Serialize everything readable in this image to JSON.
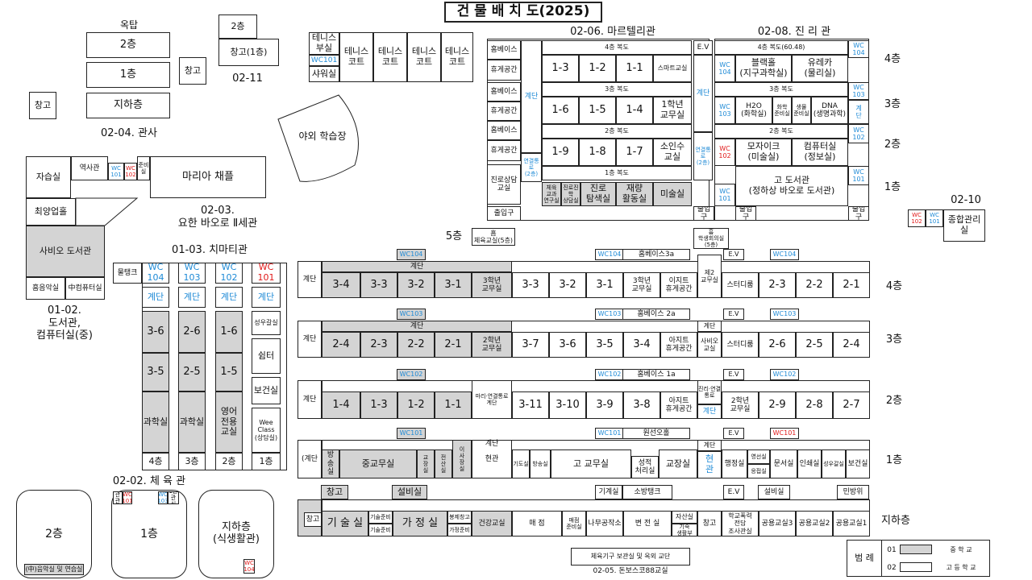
{
  "title": "건 물  배 치 도(2025)",
  "gwansa": {
    "rooftop": "옥탑",
    "f2": "2층",
    "f1": "1층",
    "b1": "지하층",
    "storage": "창고",
    "storage2": "창고",
    "label": "02-04. 관사"
  },
  "b0211": {
    "f2": "2층",
    "storage": "창고(1층)",
    "label": "02-11"
  },
  "tennis": {
    "club": "테니스\n부실",
    "wc": "WC101",
    "shower": "샤워실",
    "court": "테니스\n코트"
  },
  "outdoor": "야외 학습장",
  "maria": {
    "study": "자습실",
    "history": "역사관",
    "wc101": "WC\n101",
    "wc102": "WC\n102",
    "prep": "준비\n실",
    "chapel": "마리아 채플",
    "choiyang": "최양업홀",
    "label": "02-03.\n요한 바오로 Ⅱ세관"
  },
  "sabio": {
    "lib": "사비오 도서관",
    "music": "흠음악실",
    "comp": "中컴퓨터실",
    "label": "01-02.\n도서관,\n컴퓨터실(중)"
  },
  "chimati": {
    "label": "01-03. 치마티관",
    "mulwc": "물탱크",
    "wc104": "WC\n104",
    "wc103": "WC\n103",
    "wc102": "WC\n102",
    "wc101": "WC\n101",
    "stair": "계단",
    "c1": [
      "3-6",
      "3-5",
      "과학실",
      "4층"
    ],
    "c2": [
      "2-6",
      "2-5",
      "과학실",
      "3층"
    ],
    "c3": [
      "1-6",
      "1-5",
      "영어\n전용\n교실",
      "2층"
    ],
    "c4": [
      "성우갈실",
      "쉼터",
      "보건실",
      "Wee\nClass\n(상담실)",
      "1층"
    ]
  },
  "gym": {
    "label": "02-02. 체 육 관",
    "f2": "2층",
    "music": "(中)음악실 및 연습실",
    "f1": "1층",
    "b1": "지하층\n(식생활관)",
    "wc": "WC\n104",
    "sm1": "2관\n관실",
    "sm2": "WC\n101",
    "sm3": "WC\n103",
    "sm4": "1관\n관실"
  },
  "martel": {
    "label": "02-06. 마르텔리관",
    "homebase": "홈베이스",
    "lounge": "휴게공간",
    "career": "진로상담\n교실",
    "stair": "계단",
    "link": "연결통로\n(2층)",
    "c4": "4층 복도",
    "r4": [
      "1-3",
      "1-2",
      "1-1",
      "스마트교실"
    ],
    "c3": "3층 복도",
    "r3": [
      "1-6",
      "1-5",
      "1-4",
      "1학년\n교무실"
    ],
    "c2": "2층 복도",
    "r2": [
      "1-9",
      "1-8",
      "1-7",
      "소인수\n교실"
    ],
    "c1": "1층 복도",
    "r1": [
      "체육\n교과\n연구실",
      "진로진학\n상담실",
      "진로\n탐색실",
      "재량\n활동실",
      "미술실"
    ],
    "entrance": "출입구",
    "ev": "E.V"
  },
  "jinri": {
    "label": "02-08. 진 리 관",
    "c4": "4층 복도(60.48)",
    "bio": "블랙홀\n(지구과학실)",
    "eureka": "유레카\n(물리실)",
    "wc104": "WC\n104",
    "c3": "3층 복도",
    "h2o": "H2O\n(화학실)",
    "chemprep": "화학\n준비실",
    "bioprep": "생물\n준비실",
    "dna": "DNA\n(생명과학)",
    "wc103": "WC\n103",
    "stairs": "계\n단",
    "c2": "2층 복도",
    "mosaic": "모자이크\n(미술실)",
    "comp": "컴퓨터실\n(정보실)",
    "wc102": "WC\n102",
    "lib": "고 도서관\n(정하상 바오로 도서관)",
    "wc101": "WC\n101",
    "entrance": "출입구",
    "floors": [
      "4층",
      "3층",
      "2층",
      "1층"
    ]
  },
  "b0210": {
    "label": "02-10",
    "wc102": "WC\n102",
    "wc101": "WC\n101",
    "office": "종합관리실"
  },
  "main": {
    "f5": "5층",
    "f5room": "흠\n체육교실(5층)",
    "f5room2": "흠\n학생회의실\n(5층)",
    "f4": {
      "wc104": "WC104",
      "stair": "계단",
      "rooms": [
        "3-4",
        "3-3",
        "3-2",
        "3-1",
        "3학년\n교무실",
        "3-3",
        "3-2",
        "3-1",
        "3학년\n교무실",
        "이지트\n휴게공간",
        "제2\n교무실",
        "스터디룸",
        "2-3",
        "2-2",
        "2-1"
      ],
      "homebase": "홈베이스3a",
      "ev": "E.V",
      "label": "4층"
    },
    "f3": {
      "wc103": "WC103",
      "rooms": [
        "2-4",
        "2-3",
        "2-2",
        "2-1",
        "2학년\n교무실",
        "3-7",
        "3-6",
        "3-5",
        "3-4",
        "아지트\n휴게공간",
        "사비오\n교실",
        "스터디룸",
        "2-6",
        "2-5",
        "2-4"
      ],
      "homebase": "홈베이스 2a",
      "label": "3층"
    },
    "f2": {
      "wc102": "WC102",
      "rooms": [
        "1-4",
        "1-3",
        "1-2",
        "1-1",
        "3-11",
        "3-10",
        "3-9",
        "3-8",
        "아지트\n휴게공간",
        "2학년\n교무실",
        "2-9",
        "2-8",
        "2-7"
      ],
      "maeri": "마리·연결통로\n계단",
      "jinri": "진리·연결\n통로",
      "homebase": "홈베이스 1a",
      "label": "2층"
    },
    "f1": {
      "wc101": "WC101",
      "stairs_l": "(계단",
      "bangsong": "방\n송\n실",
      "jung": "중교무실",
      "gyojang": "교\n장\n실",
      "jeonsan": "전\n산\n실",
      "isa": "이\n사\n장\n실",
      "hyeongwan": "현관",
      "gido": "기도실",
      "bangsong2": "방송실",
      "gogyomu": "고 교무실",
      "seongjeok": "성적\n처리실",
      "gyojang2": "교장실",
      "hyeongwan2": "현\n관",
      "haengjeong": "행정실",
      "yeongseon": "영선실",
      "eungjeop": "응접실",
      "munseo": "문서실",
      "insoe": "인쇄실",
      "seongwoo": "성우갈실",
      "bogeon": "보건실",
      "wonseon": "원선오홀",
      "label": "1층"
    },
    "b1": {
      "changgo": "창고",
      "seolbi": "설비실",
      "changgo2": "창고",
      "gisul": "기 술 실",
      "gisulprep": "기술준비",
      "gisulprep2": "기술준비",
      "gajeong": "가 정 실",
      "bongje": "봉제창고",
      "gajeongprep": "가정준비",
      "geongang": "건강교실",
      "maejeom": "매 점",
      "maejeomprep": "매점\n준비실",
      "namu": "나무공작소",
      "byeonjeon": "변 전 실",
      "jasan": "자산실",
      "gisuk": "기숙\n생활부",
      "changgo3": "창고",
      "hakgyo": "학교폭력\n전담\n조사관실",
      "gongyong3": "공용교실3",
      "gongyong2": "공용교실2",
      "gongyong1": "공용교실1",
      "gigye": "기계실",
      "sobang": "소방탱크",
      "seolbi2": "설비실",
      "minbang": "민방위",
      "label": "지하층"
    },
    "donbosco": "체육기구 보관실 및 옥외 교단",
    "donbosco_label": "02-05. 돈보스코88교실"
  },
  "legend": {
    "title": "범 례",
    "k1": "01",
    "v1": "중 학 교",
    "k2": "02",
    "v2": "고 등 학 교"
  }
}
